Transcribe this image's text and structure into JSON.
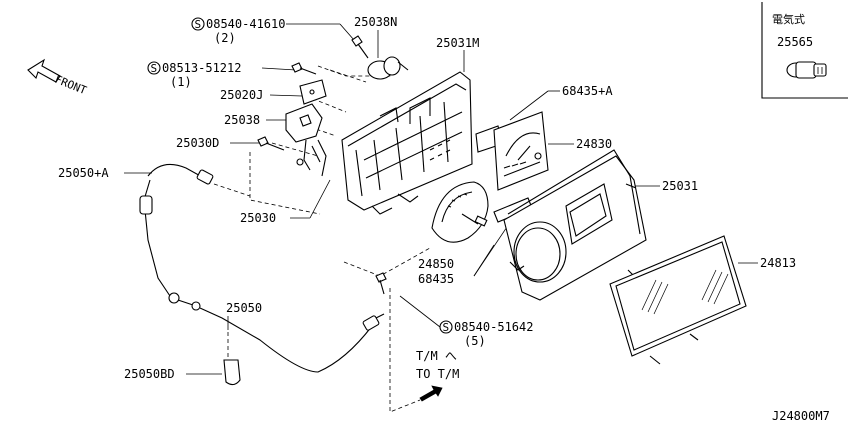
{
  "front_label": "FRONT",
  "inset": {
    "title": "電気式",
    "part": "25565"
  },
  "labels": {
    "screw1": "08540-41610",
    "screw1_qty": "(2)",
    "screw2": "08513-51212",
    "screw2_qty": "(1)",
    "screw3": "08540-51642",
    "screw3_qty": "(5)",
    "p25038N": "25038N",
    "p25031M": "25031M",
    "p25020J": "25020J",
    "p25038": "25038",
    "p25030D": "25030D",
    "p25050A": "25050+A",
    "p25030": "25030",
    "p68435A": "68435+A",
    "p24830": "24830",
    "p25031": "25031",
    "p24850": "24850",
    "p68435": "68435",
    "p24813": "24813",
    "p25050": "25050",
    "p25050BD": "25050BD",
    "tm1": "T/M へ",
    "tm2": "TO T/M",
    "diagram_id": "J24800M7"
  },
  "circle_s": "S"
}
